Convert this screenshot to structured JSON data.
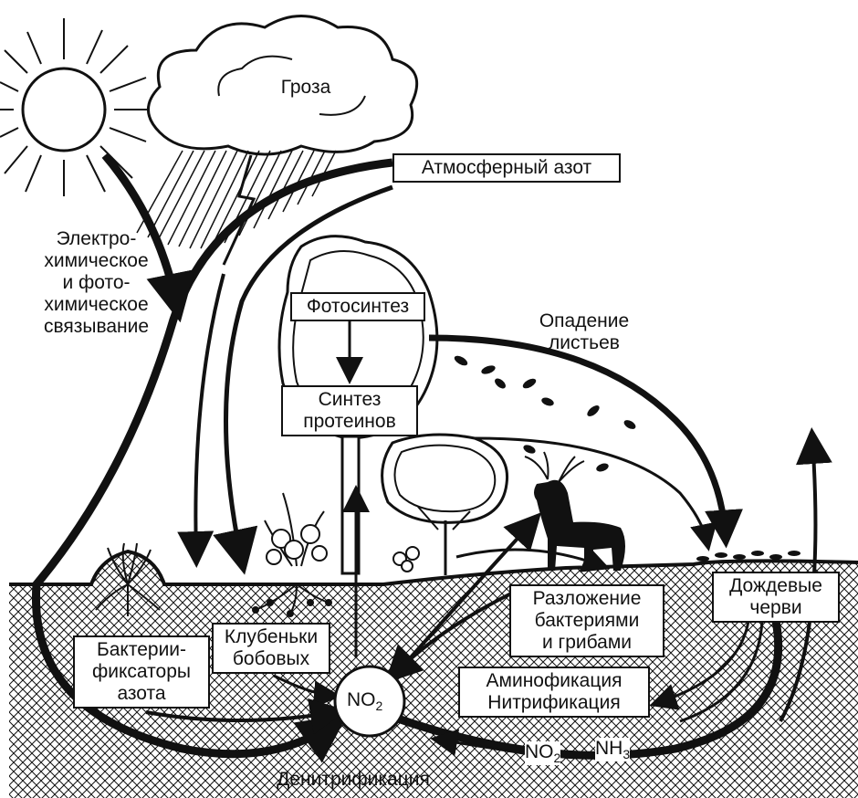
{
  "labels": {
    "thunderstorm": "Гроза",
    "atmospheric_nitrogen": "Атмосферный азот",
    "fixation": "Электро-\nхимическое\nи фото-\nхимическое\nсвязывание",
    "photosynthesis": "Фотосинтез",
    "protein_synthesis": "Синтез\nпротеинов",
    "leaf_fall": "Опадение\nлистьев",
    "earthworms": "Дождевые\nчерви",
    "decomposition": "Разложение\nбактериями\nи грибами",
    "ammonification": "Аминофикация\nНитрификация",
    "nodules": "Клубеньки\nбобовых",
    "nitrogen_fixing_bacteria": "Бактерии-\nфиксаторы\nазота",
    "denitrification": "Денитрификация"
  },
  "formulas": {
    "center_main": "NO",
    "center_sub": "2",
    "bottom_a_main": "NO",
    "bottom_a_sub": "2",
    "bottom_b_main": "NH",
    "bottom_b_sub": "3"
  },
  "colors": {
    "ink": "#111111",
    "paper": "#ffffff"
  }
}
